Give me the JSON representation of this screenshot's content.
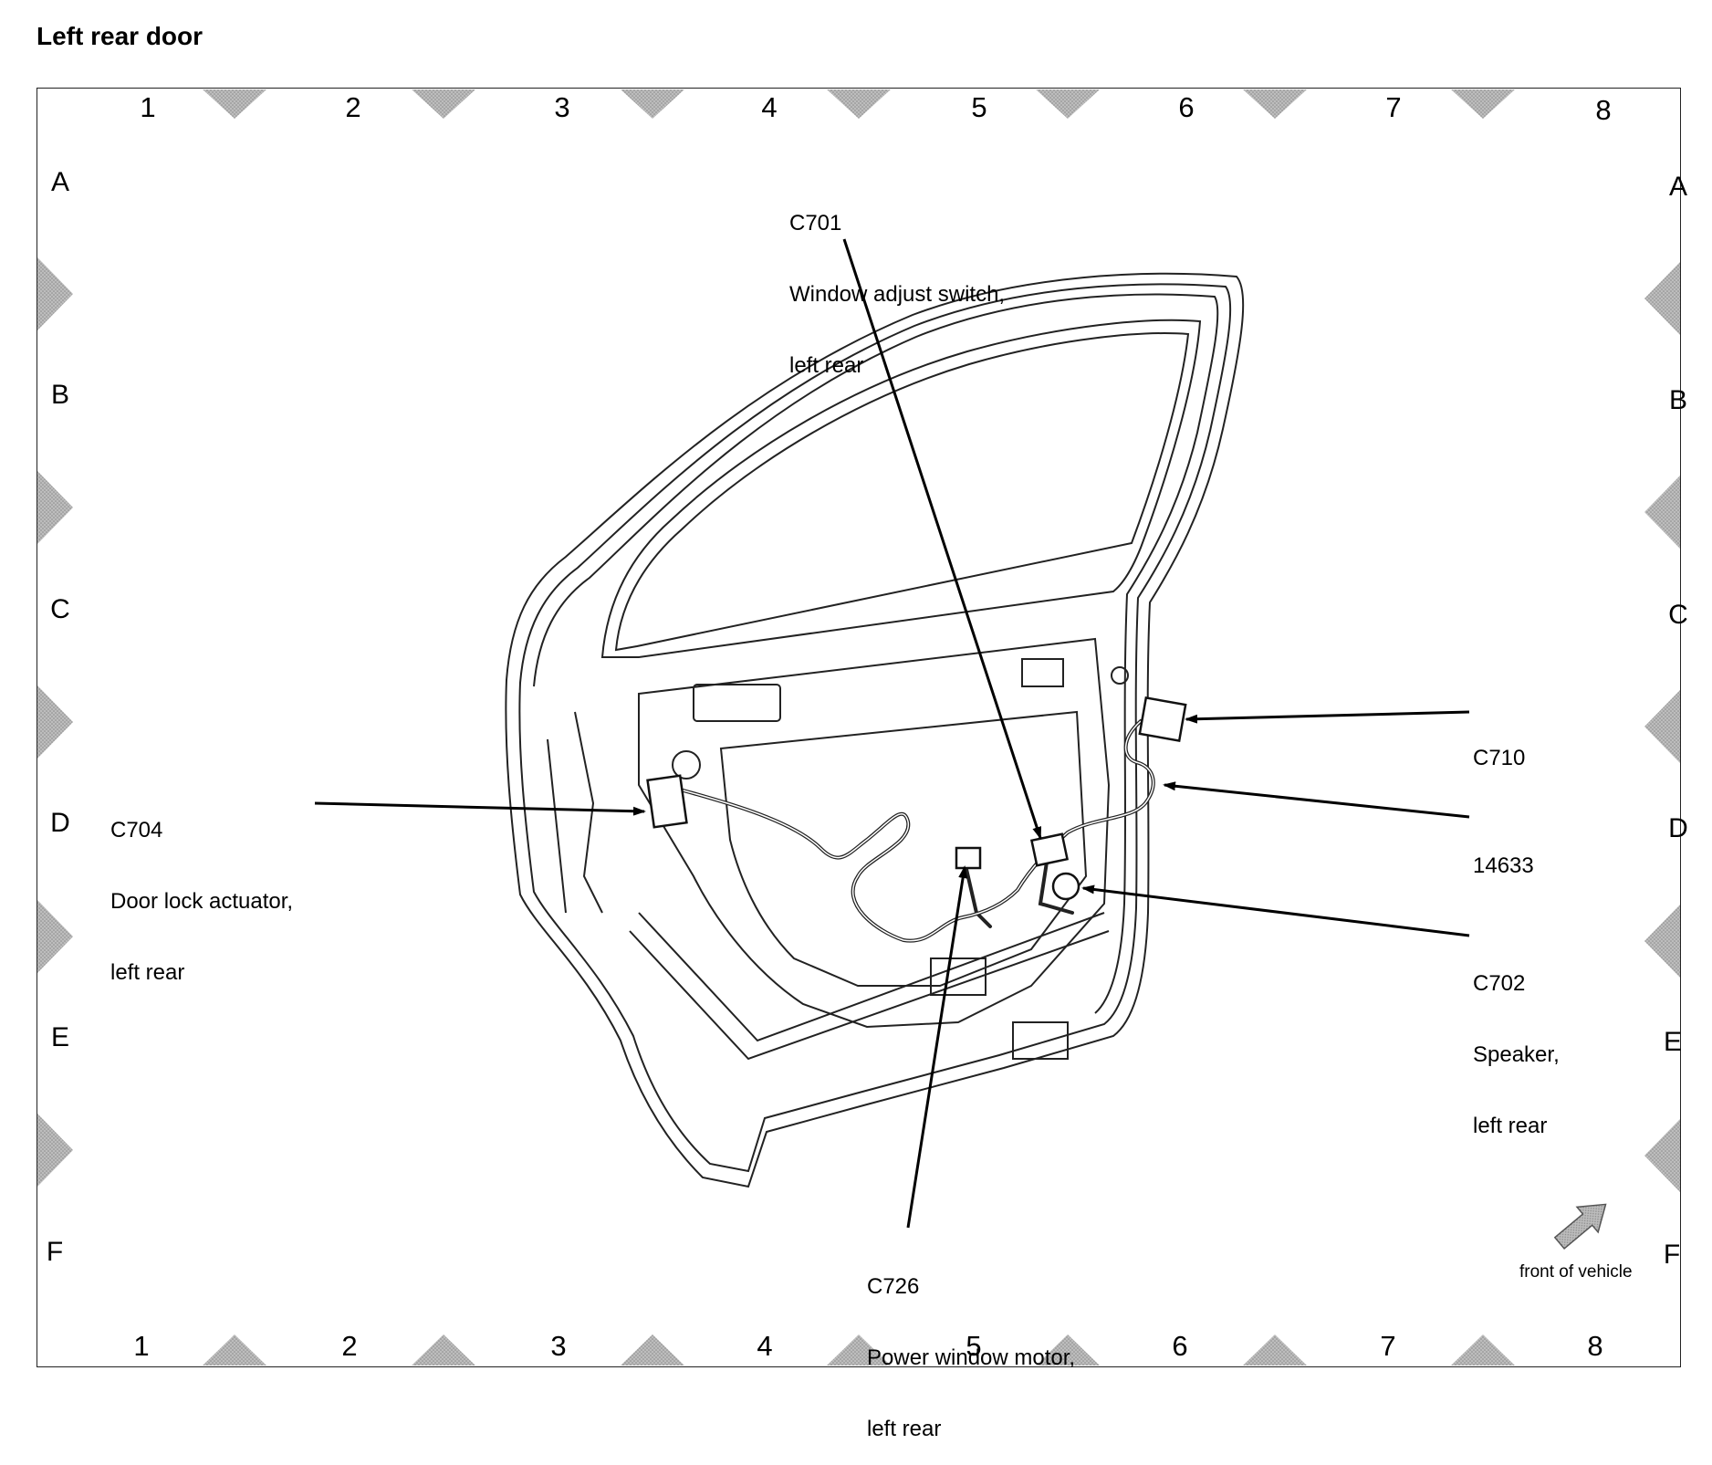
{
  "title": "Left rear door",
  "grid": {
    "columns": [
      "1",
      "2",
      "3",
      "4",
      "5",
      "6",
      "7",
      "8"
    ],
    "rows": [
      "A",
      "B",
      "C",
      "D",
      "E",
      "F"
    ]
  },
  "callouts": {
    "c701": {
      "code": "C701",
      "lines": [
        "Window adjust switch,",
        "left rear"
      ]
    },
    "c704": {
      "code": "C704",
      "lines": [
        "Door lock actuator,",
        "left rear"
      ]
    },
    "c710": {
      "code": "C710",
      "lines": []
    },
    "harness": {
      "code": "14633",
      "lines": []
    },
    "c702": {
      "code": "C702",
      "lines": [
        "Speaker,",
        "left rear"
      ]
    },
    "c726": {
      "code": "C726",
      "lines": [
        "Power window motor,",
        "left rear"
      ]
    }
  },
  "orientation": {
    "label": "front of vehicle",
    "icon": "arrow-up-right-icon"
  }
}
